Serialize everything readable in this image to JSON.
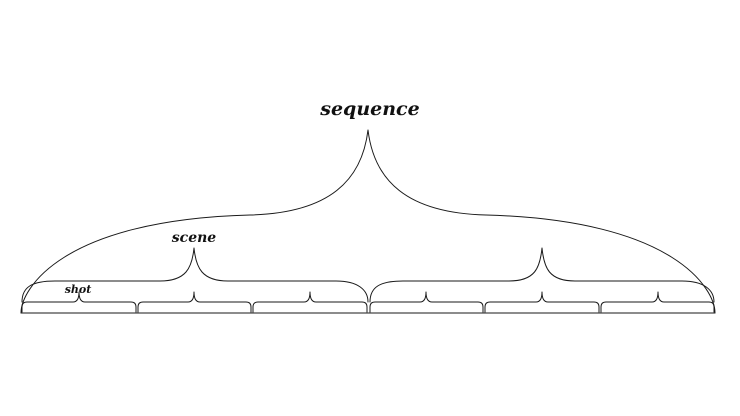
{
  "labels": {
    "sequence": "sequence",
    "scene": "scene",
    "shot": "shot"
  },
  "hierarchy": {
    "sequences": 1,
    "scenes_per_sequence": 2,
    "shots_per_scene": 3
  },
  "colors": {
    "stroke": "#1a1a1a",
    "text": "#111111",
    "background": "#ffffff"
  }
}
